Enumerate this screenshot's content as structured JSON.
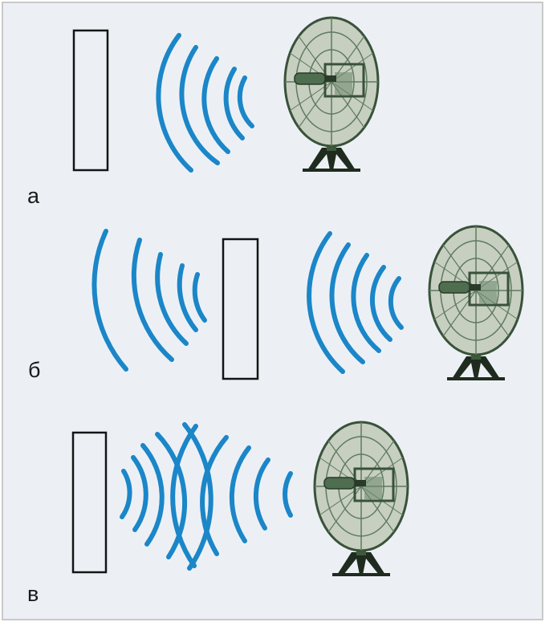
{
  "panels": [
    {
      "label": "а"
    },
    {
      "label": "б"
    },
    {
      "label": "в"
    }
  ],
  "colors": {
    "wave": "#1b86c8",
    "obstacle_stroke": "#141414",
    "dish_fill": "#c7cfc0",
    "dish_frame": "#39523a",
    "dish_dark": "#2a3b2a",
    "background": "#ecf0f5",
    "border": "#c9c9c9"
  },
  "icons": [
    "radar-dish-icon",
    "obstacle-rectangle"
  ]
}
